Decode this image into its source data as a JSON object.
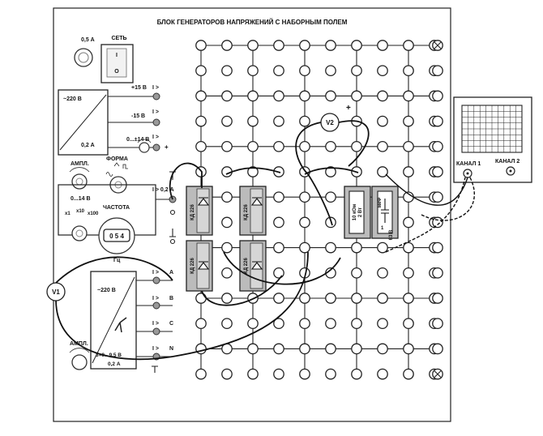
{
  "panel": {
    "title": "БЛОК ГЕНЕРАТОРОВ НАПРЯЖЕНИЙ С НАБОРНЫМ ПОЛЕМ",
    "fuse_label": "0,5 А",
    "mains_label": "СЕТЬ",
    "switch_on": "I",
    "switch_off": "O"
  },
  "dc_supply": {
    "input_label": "~220 В",
    "current_label": "0,2 А",
    "out_plus15": "+15 В",
    "out_minus15": "-15 В",
    "out_adj": "0...±14 В",
    "out_adj_sign": "+",
    "terminal_mark": "I >"
  },
  "function_gen": {
    "ampl_label": "АМПЛ.",
    "form_label": "ФОРМА",
    "range_label": "0...14 В",
    "freq_label": "ЧАСТОТА",
    "mult_x1": "x1",
    "mult_x10": "x10",
    "mult_x100": "x100",
    "display": "0 5 4",
    "hz_label": "Гц",
    "output_mark": "I > 0,2 А"
  },
  "three_phase": {
    "input_label": "~220 В",
    "voltage_label": "3×0...9,5 В",
    "current_label": "0,2 А",
    "ampl_label": "АМПЛ.",
    "phase_a": "A",
    "phase_b": "B",
    "phase_c": "C",
    "neutral": "N",
    "terminal_mark": "I >"
  },
  "components": {
    "diode_label": "КД 226",
    "resistor_value": "10 кОм",
    "resistor_power": "2 Вт",
    "capacitor_value": "1",
    "capacitor_unit": "мкФ",
    "capacitor_voltage": "63 В"
  },
  "meters": {
    "v1": "V1",
    "v2": "V2",
    "v2_polarity": "+"
  },
  "oscilloscope": {
    "channel1": "КАНАЛ 1",
    "channel2": "КАНАЛ 2"
  }
}
